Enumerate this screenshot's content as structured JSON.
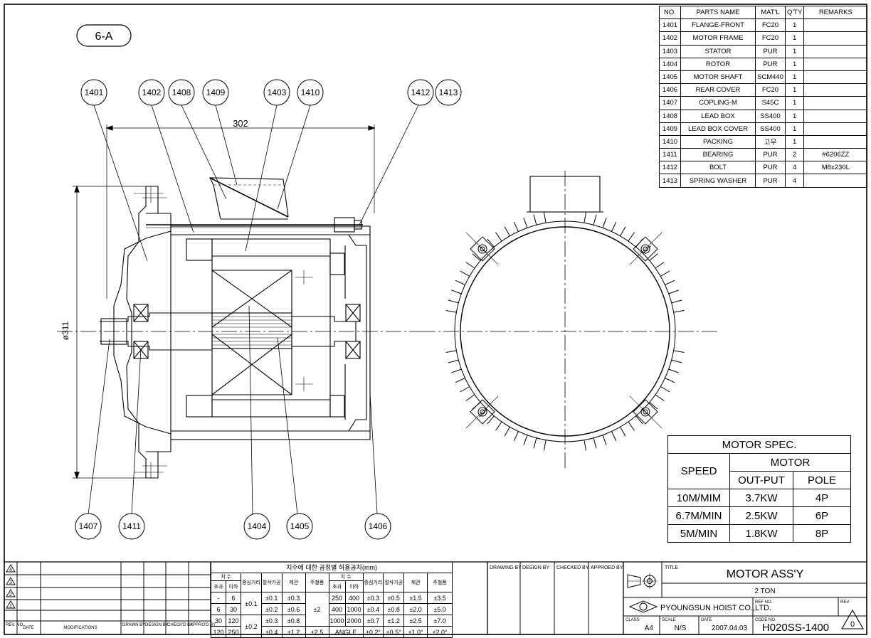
{
  "sheet_label": "6-A",
  "dimensions": {
    "width": "302",
    "diameter": "ø311"
  },
  "balloons": {
    "top": [
      "1401",
      "1402",
      "1408",
      "1409",
      "1403",
      "1410",
      "1412",
      "1413"
    ],
    "bottom": [
      "1407",
      "1411",
      "1404",
      "1405",
      "1406"
    ]
  },
  "parts_header": [
    "NO.",
    "PARTS NAME",
    "MAT'L",
    "Q'TY",
    "REMARKS"
  ],
  "parts": [
    [
      "1401",
      "FLANGE-FRONT",
      "FC20",
      "1",
      ""
    ],
    [
      "1402",
      "MOTOR FRAME",
      "FC20",
      "1",
      ""
    ],
    [
      "1403",
      "STATOR",
      "PUR",
      "1",
      ""
    ],
    [
      "1404",
      "ROTOR",
      "PUR",
      "1",
      ""
    ],
    [
      "1405",
      "MOTOR SHAFT",
      "SCM440",
      "1",
      ""
    ],
    [
      "1406",
      "REAR COVER",
      "FC20",
      "1",
      ""
    ],
    [
      "1407",
      "COPLING-M",
      "S45C",
      "1",
      ""
    ],
    [
      "1408",
      "LEAD BOX",
      "SS400",
      "1",
      ""
    ],
    [
      "1409",
      "LEAD BOX COVER",
      "SS400",
      "1",
      ""
    ],
    [
      "1410",
      "PACKING",
      "고무",
      "1",
      ""
    ],
    [
      "1411",
      "BEARING",
      "PUR",
      "2",
      "#6206ZZ"
    ],
    [
      "1412",
      "BOLT",
      "PUR",
      "4",
      "M8x230L"
    ],
    [
      "1413",
      "SPRING WASHER",
      "PUR",
      "4",
      ""
    ]
  ],
  "motor_spec": {
    "title": "MOTOR SPEC.",
    "speed_label": "SPEED",
    "motor_label": "MOTOR",
    "output_label": "OUT-PUT",
    "pole_label": "POLE",
    "rows": [
      [
        "10M/MIM",
        "3.7KW",
        "4P"
      ],
      [
        "6.7M/MIN",
        "2.5KW",
        "6P"
      ],
      [
        "5M/MIN",
        "1.8KW",
        "8P"
      ]
    ]
  },
  "revisions": {
    "marks": [
      "4",
      "3",
      "2",
      "1"
    ],
    "headers": [
      "REV. NO.",
      "DATE",
      "MODIFICATIONS",
      "DRAWN BY",
      "DESIGN BY",
      "CHECK'D BY",
      "APPRO'D BY"
    ]
  },
  "tolerance": {
    "title": "치수에 대한 공정별 허용공차(mm)",
    "left_heads": [
      "치 수",
      "중심거리",
      "절삭가공",
      "제관",
      "주철품"
    ],
    "right_heads": [
      "치 수",
      "중심거리",
      "절삭가공",
      "제관",
      "주철품"
    ],
    "sub_heads": [
      "초과",
      "이하"
    ],
    "left_rows": [
      [
        "-",
        "6",
        "±0.1",
        "±0.3"
      ],
      [
        "6",
        "30",
        "±0.2",
        "±0.6"
      ],
      [
        "30",
        "120",
        "±0.3",
        "±0.8"
      ],
      [
        "120",
        "250",
        "±0.4",
        "±1.2"
      ]
    ],
    "left_center": [
      "±0.1",
      "±0.2"
    ],
    "left_cast": [
      "±2",
      "±2.5"
    ],
    "right_rows": [
      [
        "250",
        "400",
        "±0.3",
        "±0.5",
        "±1.5",
        "±3.5"
      ],
      [
        "400",
        "1000",
        "±0.4",
        "±0.8",
        "±2.0",
        "±5.0"
      ],
      [
        "1000",
        "2000",
        "±0.7",
        "±1.2",
        "±2.5",
        "±7.0"
      ]
    ],
    "angle_row": [
      "ANGLE",
      "±0.2°",
      "±0.5°",
      "±1.0°",
      "±2.0°"
    ]
  },
  "signoff": [
    "DRAWING BY",
    "DESIGN BY",
    "CHECKED BY",
    "APPROED BY"
  ],
  "title_block": {
    "title_label": "TITLE",
    "title": "MOTOR ASS'Y",
    "subtitle": "2 TON",
    "company": "PYOUNGSUN HOIST CO.,LTD.",
    "ref_label": "REF NO.",
    "rev_label": "REV.",
    "rev_value": "0",
    "class_label": "CLASS",
    "class_value": "A4",
    "scale_label": "SCALE",
    "scale_value": "N/S",
    "date_label": "DATE",
    "date_value": "2007.04.03",
    "code_label": "CODE NO.",
    "code_value": "H020SS-1400"
  }
}
